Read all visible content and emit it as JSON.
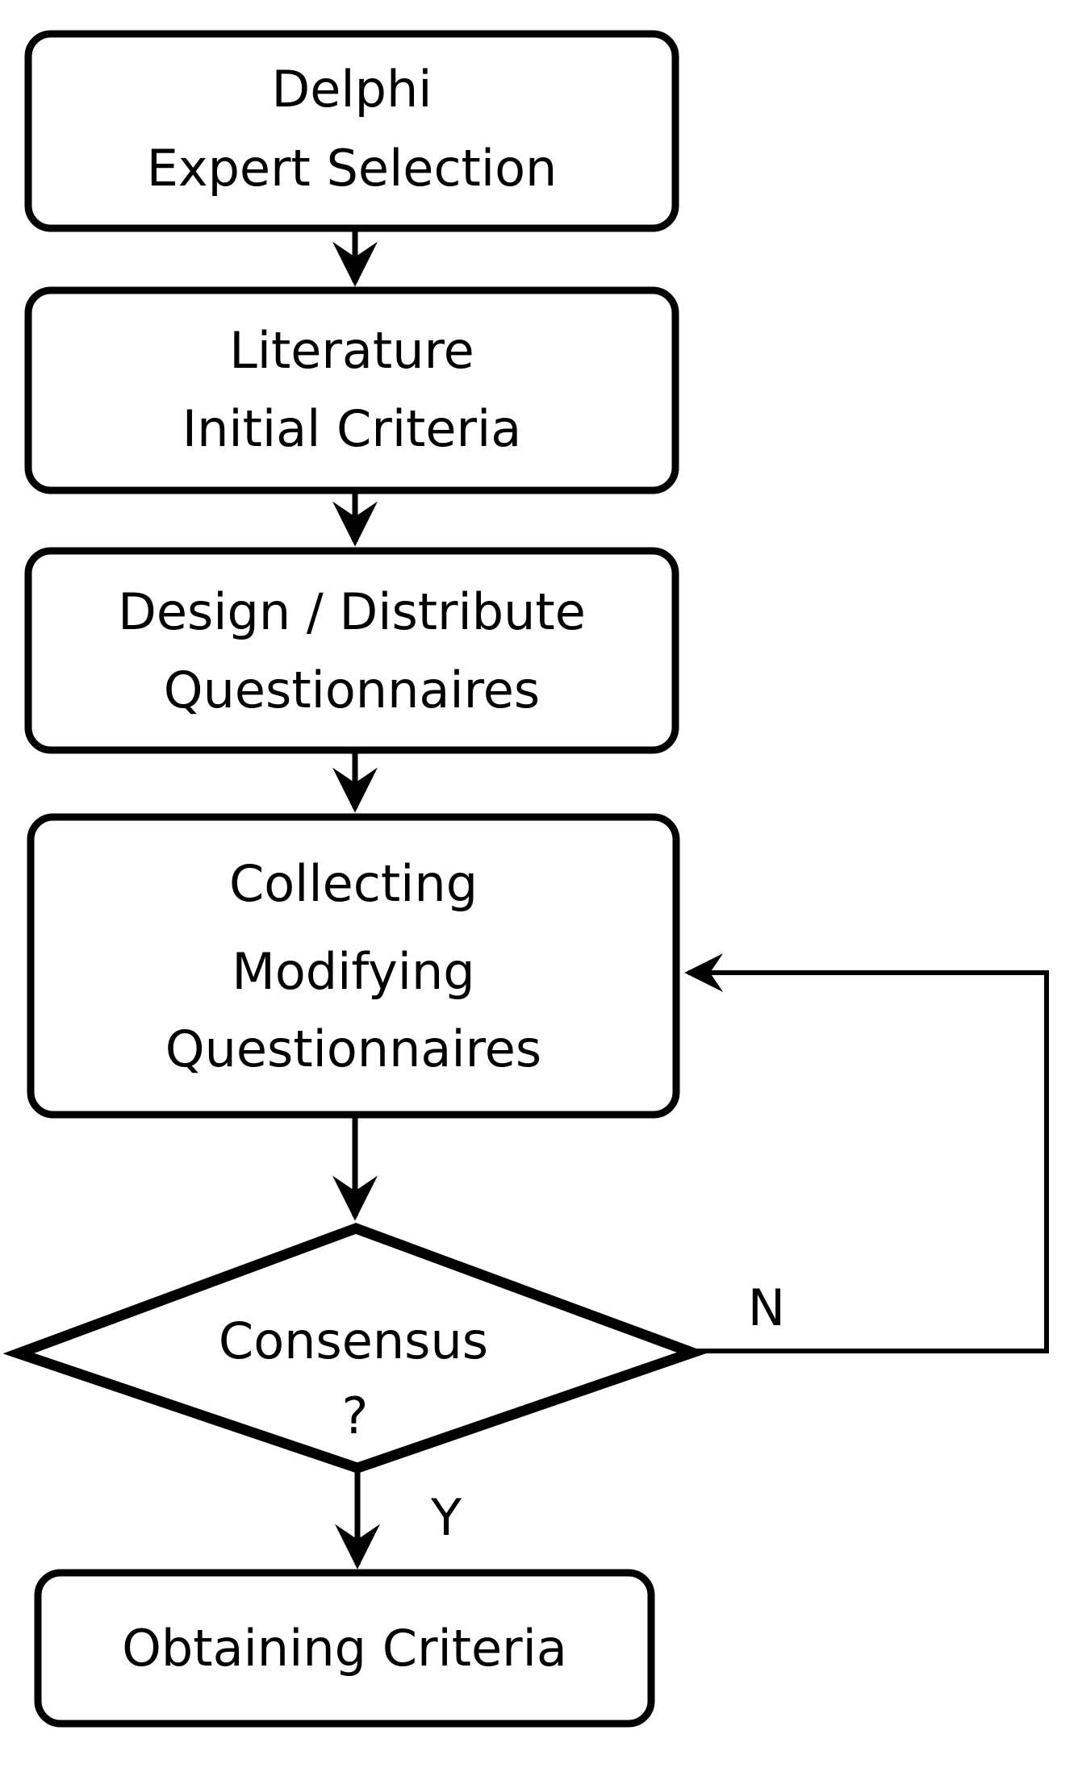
{
  "diagram": {
    "type": "flowchart",
    "topic": "Delphi method criteria selection process",
    "colors": {
      "background": "#ffffff",
      "node_fill": "#ffffff",
      "stroke": "#000000",
      "text": "#000000"
    },
    "nodes": {
      "delphi_expert_selection": {
        "shape": "rounded-rect",
        "lines": [
          "Delphi",
          "Expert Selection"
        ]
      },
      "literature_initial_criteria": {
        "shape": "rounded-rect",
        "lines": [
          "Literature",
          "Initial Criteria"
        ]
      },
      "design_distribute_questionnaires": {
        "shape": "rounded-rect",
        "lines": [
          "Design / Distribute",
          "Questionnaires"
        ]
      },
      "collecting_modifying_questionnaires": {
        "shape": "rounded-rect",
        "lines": [
          "Collecting",
          "Modifying",
          "Questionnaires"
        ]
      },
      "consensus_decision": {
        "shape": "diamond",
        "lines": [
          "Consensus",
          "?"
        ]
      },
      "obtaining_criteria": {
        "shape": "rounded-rect",
        "lines": [
          "Obtaining Criteria"
        ]
      }
    },
    "edges": [
      {
        "from": "delphi_expert_selection",
        "to": "literature_initial_criteria",
        "label": ""
      },
      {
        "from": "literature_initial_criteria",
        "to": "design_distribute_questionnaires",
        "label": ""
      },
      {
        "from": "design_distribute_questionnaires",
        "to": "collecting_modifying_questionnaires",
        "label": ""
      },
      {
        "from": "collecting_modifying_questionnaires",
        "to": "consensus_decision",
        "label": ""
      },
      {
        "from": "consensus_decision",
        "to": "collecting_modifying_questionnaires",
        "label": "N"
      },
      {
        "from": "consensus_decision",
        "to": "obtaining_criteria",
        "label": "Y"
      }
    ]
  }
}
